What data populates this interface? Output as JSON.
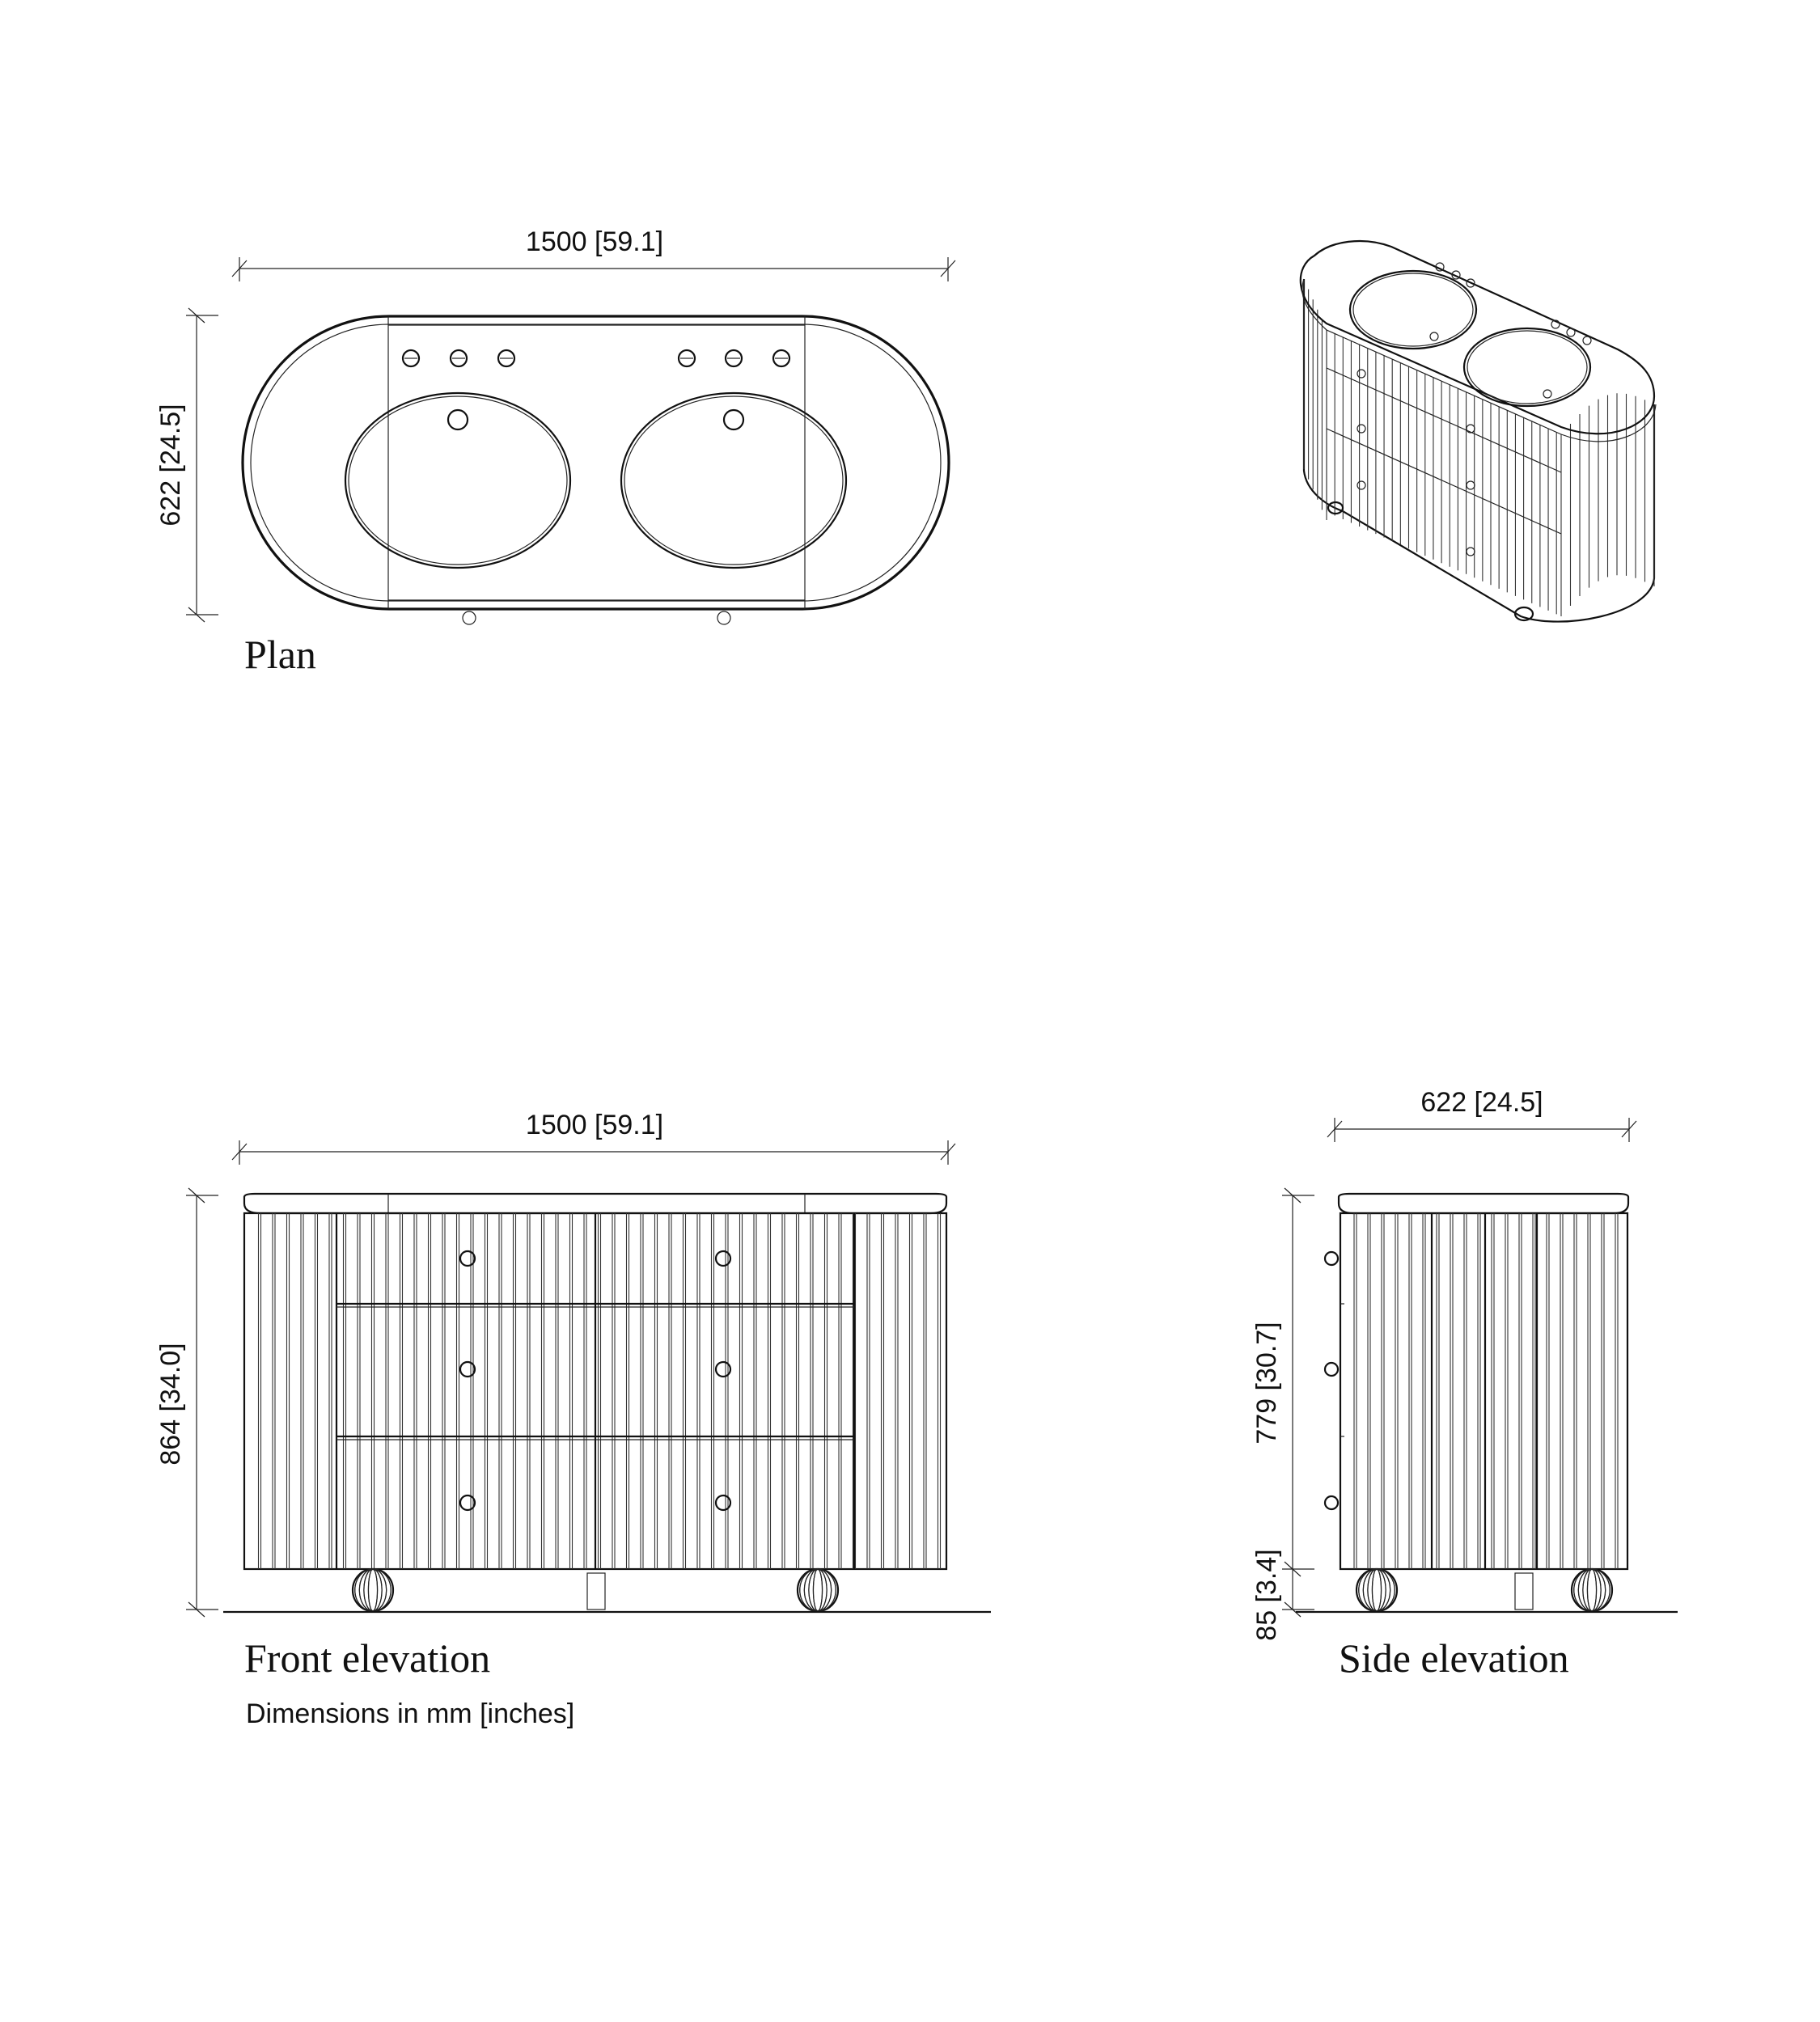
{
  "plan": {
    "title": "Plan",
    "width_label": "1500 [59.1]",
    "depth_label": "622  [24.5]"
  },
  "front_elevation": {
    "title": "Front elevation",
    "width_label": "1500 [59.1]",
    "height_label": "864 [34.0]"
  },
  "side_elevation": {
    "title": "Side elevation",
    "width_label": "622 [24.5]",
    "body_height_label": "779  [30.7]",
    "foot_height_label": "85 [3.4]"
  },
  "note": "Dimensions in mm [inches]"
}
